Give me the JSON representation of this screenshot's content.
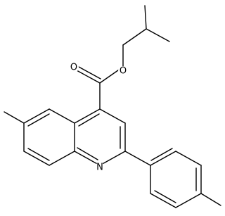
{
  "molecule": {
    "atoms": {
      "ester_oxygen": "O",
      "carbonyl_oxygen": "O",
      "ring_nitrogen": "N"
    }
  },
  "colors": {
    "bond": "#000000",
    "label": "#000000",
    "background": "#ffffff"
  }
}
